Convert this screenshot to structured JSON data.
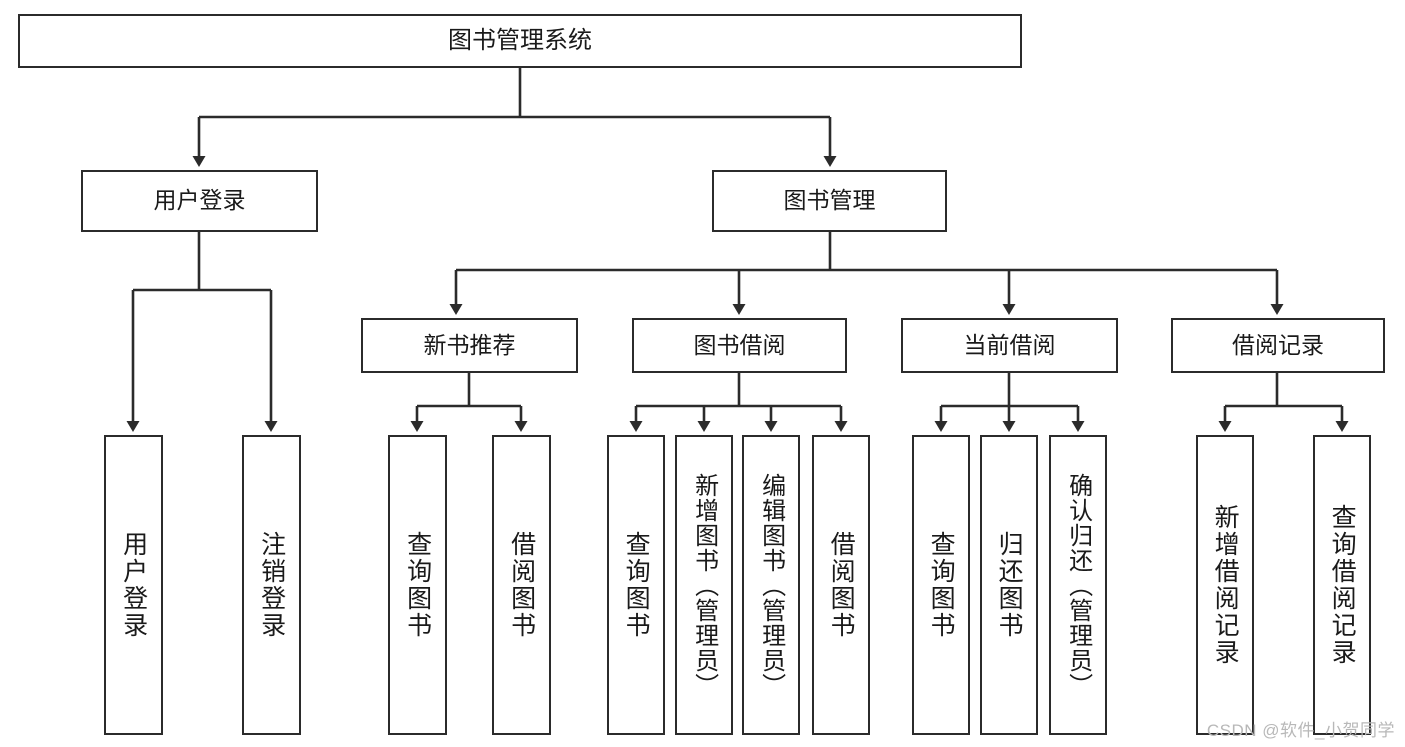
{
  "diagram": {
    "type": "tree-hierarchy",
    "title": "图书管理系统",
    "watermark": "CSDN @软件_小贺同学",
    "colors": {
      "stroke": "#2b2b2b",
      "fill": "#ffffff",
      "watermark": "#b8b8b8"
    },
    "nodes": {
      "root": {
        "label": "图书管理系统"
      },
      "level2": [
        {
          "label": "用户登录"
        },
        {
          "label": "图书管理"
        }
      ],
      "level3": [
        {
          "label": "新书推荐"
        },
        {
          "label": "图书借阅"
        },
        {
          "label": "当前借阅"
        },
        {
          "label": "借阅记录"
        }
      ],
      "leaves_user_login": [
        {
          "label": "用户登录"
        },
        {
          "label": "注销登录"
        }
      ],
      "leaves_new_book": [
        {
          "label": "查询图书"
        },
        {
          "label": "借阅图书"
        }
      ],
      "leaves_borrow": [
        {
          "label": "查询图书"
        },
        {
          "label": "新增图书（管理员）"
        },
        {
          "label": "编辑图书（管理员）"
        },
        {
          "label": "借阅图书"
        }
      ],
      "leaves_current": [
        {
          "label": "查询图书"
        },
        {
          "label": "归还图书"
        },
        {
          "label": "确认归还（管理员）"
        }
      ],
      "leaves_records": [
        {
          "label": "新增借阅记录"
        },
        {
          "label": "查询借阅记录"
        }
      ]
    }
  }
}
